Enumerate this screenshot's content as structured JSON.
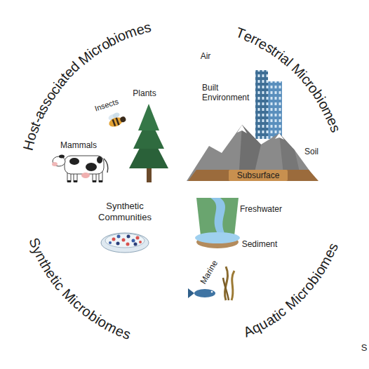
{
  "diagram": {
    "nodes": [
      {
        "text": [
          "Host-associated Microbiomes"
        ]
      },
      {
        "text": [
          "Insects",
          "Plants",
          "Mammals"
        ],
        "in": 0
      },
      {
        "text": [
          "Terrestrial Microbiomes"
        ]
      },
      {
        "text": [
          "Air",
          "Built Environment",
          "Soil",
          "Subsurface"
        ],
        "in": 2
      },
      {
        "text": [
          "Synthetic Microbiomes"
        ]
      },
      {
        "text": [
          "Synthetic Communities"
        ],
        "in": 4
      },
      {
        "text": [
          "Aquatic Microbiomes"
        ]
      },
      {
        "text": [
          "Freshwater",
          "Sediment",
          "Marine"
        ],
        "in": 6
      }
    ],
    "labels": [
      "S"
    ]
  }
}
